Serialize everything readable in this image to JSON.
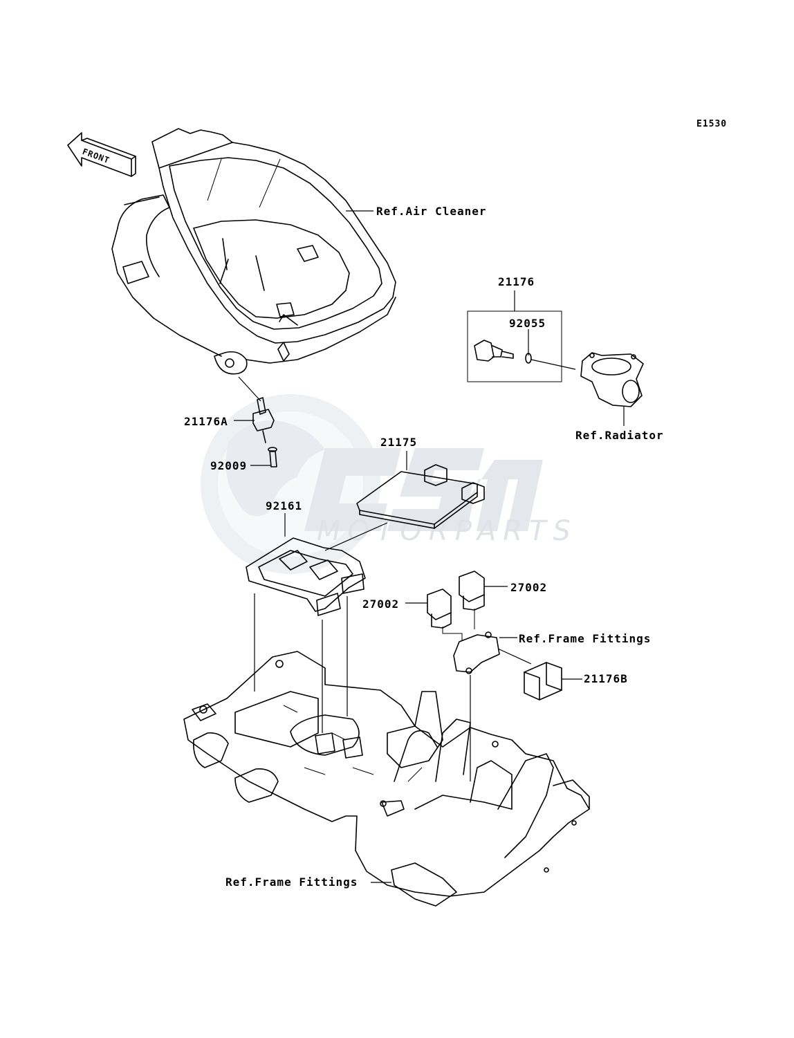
{
  "diagram": {
    "code": "E1530",
    "front_arrow_label": "FRONT",
    "watermark": {
      "brand": "CSM",
      "subtitle": "MOTORPARTS"
    },
    "labels": {
      "ref_air_cleaner": "Ref.Air Cleaner",
      "p21176": "21176",
      "p92055": "92055",
      "ref_radiator": "Ref.Radiator",
      "p21176A": "21176A",
      "p92009": "92009",
      "p21175": "21175",
      "p92161": "92161",
      "p27002_right": "27002",
      "p27002_left": "27002",
      "ref_frame_fittings_upper": "Ref.Frame Fittings",
      "p21176B": "21176B",
      "ref_frame_fittings_lower": "Ref.Frame Fittings"
    }
  }
}
